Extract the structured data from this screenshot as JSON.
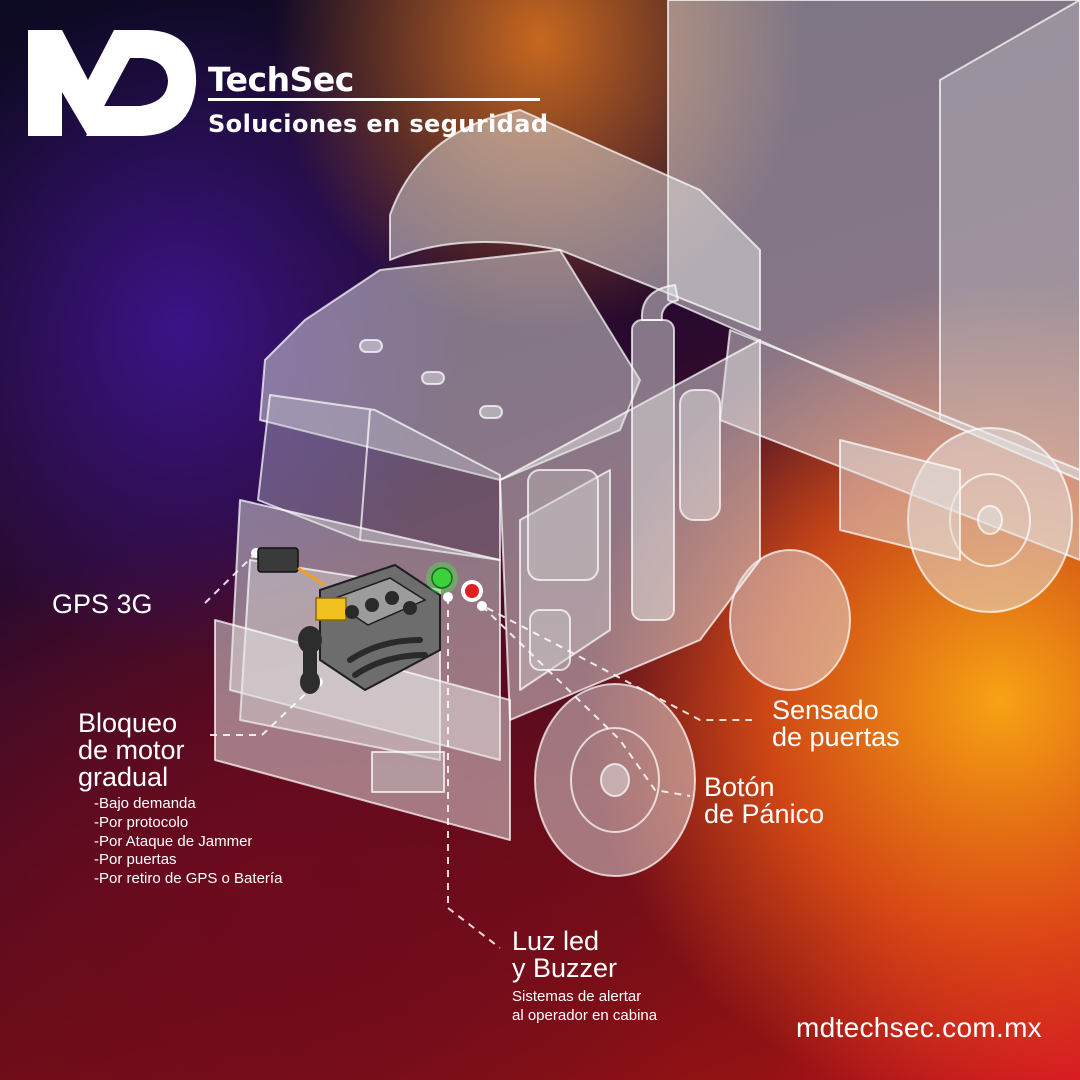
{
  "brand": {
    "logo_mark": "MD logo",
    "name": "TechSec",
    "tagline": "Soluciones en seguridad"
  },
  "features": {
    "gps": {
      "label": "GPS 3G"
    },
    "engine_block": {
      "title_lines": [
        "Bloqueo",
        "de motor",
        "gradual"
      ],
      "items": [
        "-Bajo demanda",
        "-Por protocolo",
        "-Por Ataque de Jammer",
        "-Por puertas",
        "-Por retiro de GPS o Batería"
      ]
    },
    "led_buzzer": {
      "title_lines": [
        "Luz led",
        "y Buzzer"
      ],
      "desc_lines": [
        "Sistemas de alertar",
        "al operador en cabina"
      ]
    },
    "door_sensing": {
      "title_lines": [
        "Sensado",
        "de puertas"
      ]
    },
    "panic_button": {
      "title_lines": [
        "Botón",
        "de Pánico"
      ]
    }
  },
  "website": "mdtechsec.com.mx",
  "colors": {
    "text": "#ffffff",
    "led_green": "#3ad13a",
    "panic_red": "#e02020",
    "engine_yellow": "#f0c020"
  },
  "icons": [
    "gps-device-icon",
    "engine-block-icon",
    "truck-illustration"
  ]
}
